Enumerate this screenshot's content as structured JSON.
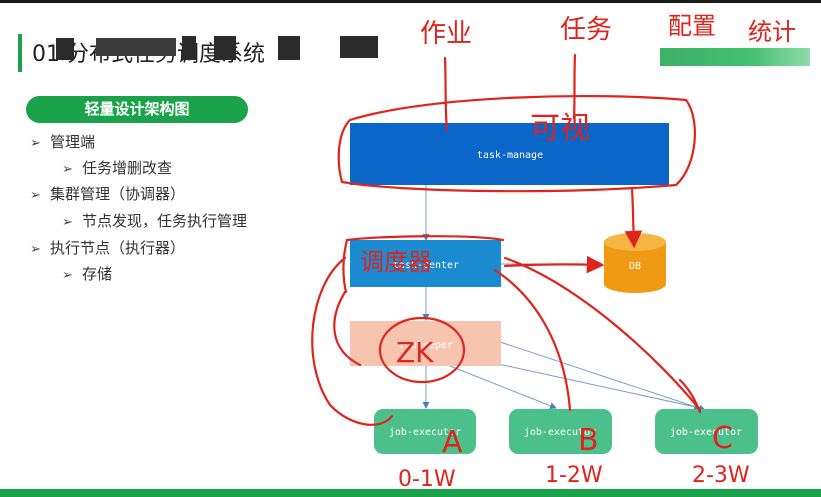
{
  "slide": {
    "title": "01 分布式任务调度系统",
    "section_pill": "轻量设计架构图",
    "bullets": [
      {
        "level": 1,
        "text": "管理端"
      },
      {
        "level": 2,
        "text": "任务增删改查"
      },
      {
        "level": 1,
        "text": "集群管理（协调器）"
      },
      {
        "level": 2,
        "text": "节点发现，任务执行管理"
      },
      {
        "level": 1,
        "text": "执行节点（执行器）"
      },
      {
        "level": 2,
        "text": "存储"
      }
    ],
    "bullet_marker": "➢"
  },
  "diagram": {
    "nodes": {
      "task_manage": "task-manage",
      "task_center": "task-center",
      "db": "DB",
      "zookeeper": "zookeeper",
      "executor_1": "job-executor",
      "executor_2": "job-executor",
      "executor_3": "job-executor"
    },
    "colors": {
      "task_manage": "#0a66c8",
      "task_center": "#1a8bd0",
      "db": "#ef9a12",
      "zookeeper": "#f7c4b0",
      "executor": "#4cc08a",
      "accent_green": "#1aa34a",
      "annotation_red": "#e0231c"
    }
  },
  "annotations": {
    "top": [
      "作业",
      "任务",
      "配置",
      "统计"
    ],
    "visible": "可视",
    "scheduler": "调度器",
    "zk": "ZK",
    "shard_marks": [
      "A",
      "B",
      "C"
    ],
    "ranges": [
      "0-1W",
      "1-2W",
      "2-3W"
    ]
  }
}
